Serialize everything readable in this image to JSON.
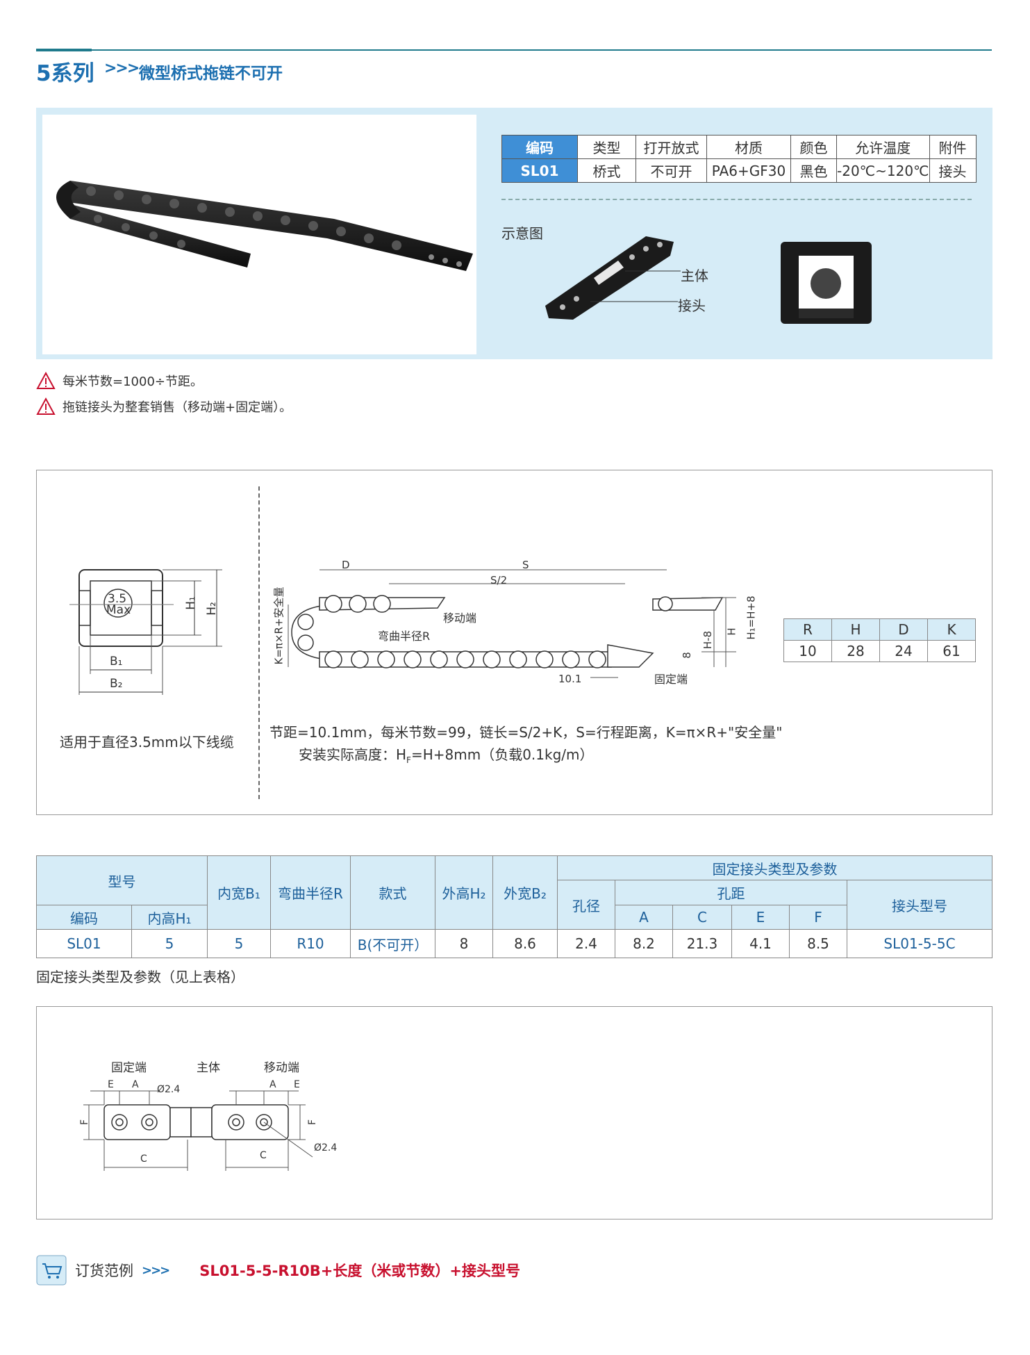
{
  "header": {
    "series": "5系列",
    "arrows": ">>>",
    "subtitle": "微型桥式拖链不可开"
  },
  "spec_table": {
    "headers": [
      "编码",
      "类型",
      "打开放式",
      "材质",
      "颜色",
      "允许温度",
      "附件"
    ],
    "row": [
      "SL01",
      "桥式",
      "不可开",
      "PA6+GF30",
      "黑色",
      "-20℃~120℃",
      "接头"
    ]
  },
  "schematic": {
    "label": "示意图",
    "body_label": "主体",
    "joint_label": "接头"
  },
  "notes": [
    "每米节数=1000÷节距。",
    "拖链接头为整套销售（移动端+固定端）。"
  ],
  "dimension_section": {
    "cable_note": "适用于直径3.5mm以下线缆",
    "cross_section": {
      "max_text_1": "3.5",
      "max_text_2": "Max",
      "h1": "H₁",
      "h2": "H₂",
      "b1": "B₁",
      "b2": "B₂"
    },
    "chain_labels": {
      "d": "D",
      "s": "S",
      "s_half": "S/2",
      "moving_end": "移动端",
      "bend_radius": "弯曲半径R",
      "fixed_end": "固定端",
      "pitch": "10.1",
      "eight": "8",
      "h_minus_8": "H-8",
      "h": "H",
      "hf": "H₁=H+8",
      "k_formula": "K=π×R+安全量"
    },
    "formula_line_1": "节距=10.1mm，每米节数=99，链长=S/2+K，S=行程距离，K=π×R+\"安全量\"",
    "formula_line_2a": "安装实际高度：H",
    "formula_line_2b": "F",
    "formula_line_2c": "=H+8mm（负载0.1kg/m）",
    "rhdk": {
      "headers": [
        "R",
        "H",
        "D",
        "K"
      ],
      "values": [
        "10",
        "28",
        "24",
        "61"
      ]
    }
  },
  "product_table": {
    "h_model": "型号",
    "h_code": "编码",
    "h_inner_h": "内高H₁",
    "h_inner_w": "内宽B₁",
    "h_radius": "弯曲半径R",
    "h_style": "款式",
    "h_outer_h": "外高H₂",
    "h_outer_w": "外宽B₂",
    "h_fixed": "固定接头类型及参数",
    "h_hole_dia": "孔径",
    "h_hole_dist": "孔距",
    "h_a": "A",
    "h_c": "C",
    "h_e": "E",
    "h_f": "F",
    "h_joint_model": "接头型号",
    "row": [
      "SL01",
      "5",
      "5",
      "R10",
      "B(不可开）",
      "8",
      "8.6",
      "2.4",
      "8.2",
      "21.3",
      "4.1",
      "8.5",
      "SL01-5-5C"
    ]
  },
  "joint_caption": "固定接头类型及参数（见上表格）",
  "joint_drawing": {
    "fixed_end": "固定端",
    "body": "主体",
    "moving_end": "移动端",
    "e": "E",
    "a": "A",
    "dia": "Ø2.4",
    "f": "F",
    "c": "C"
  },
  "order": {
    "label": "订货范例",
    "arrows": ">>>",
    "example": "SL01-5-5-R10B+长度（米或节数）+接头型号"
  },
  "colors": {
    "accent": "#1c6fb0",
    "panel": "#d6ecf7",
    "table_header": "#3f8fd6",
    "order_red": "#c8102e"
  }
}
